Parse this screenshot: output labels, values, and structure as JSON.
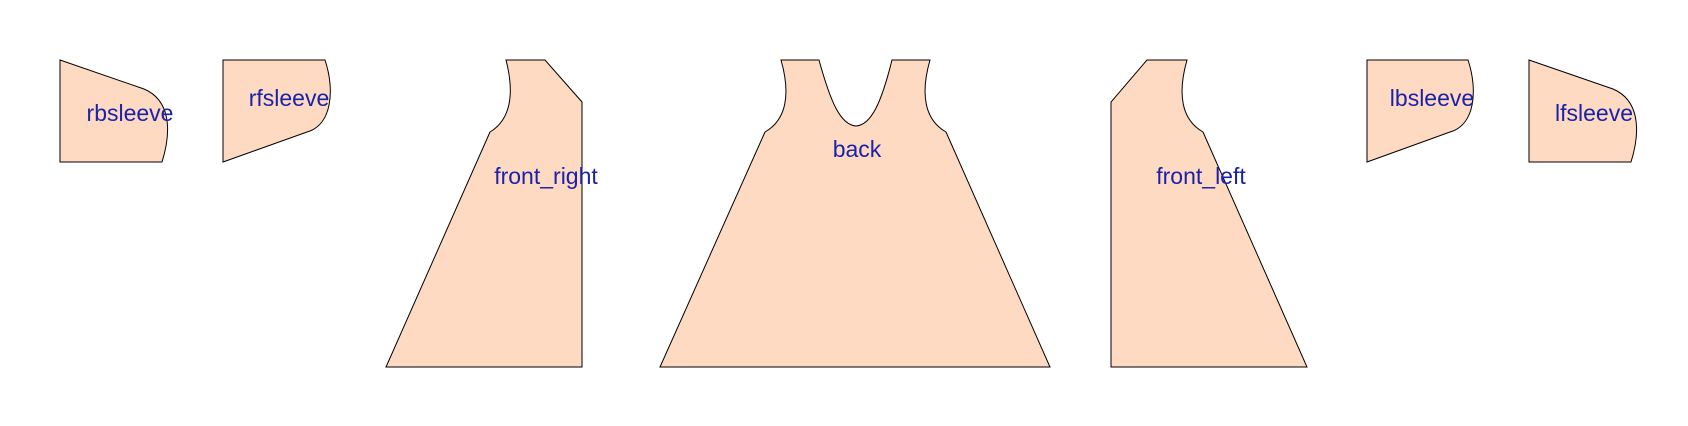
{
  "colors": {
    "piece_fill": "#ffdac2",
    "outline": "#000000",
    "label": "#1a23a8",
    "background": "#ffffff"
  },
  "pieces": [
    {
      "id": "rbsleeve",
      "label": "rbsleeve"
    },
    {
      "id": "rfsleeve",
      "label": "rfsleeve"
    },
    {
      "id": "front_right",
      "label": "front_right"
    },
    {
      "id": "back",
      "label": "back"
    },
    {
      "id": "front_left",
      "label": "front_left"
    },
    {
      "id": "lbsleeve",
      "label": "lbsleeve"
    },
    {
      "id": "lfsleeve",
      "label": "lfsleeve"
    }
  ]
}
